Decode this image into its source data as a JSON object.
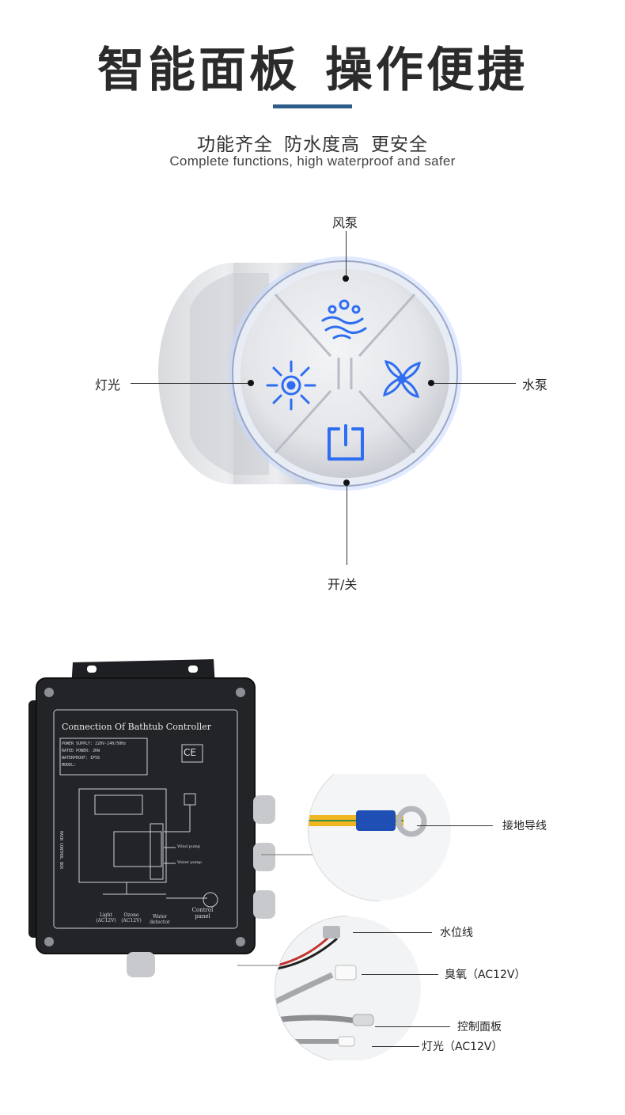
{
  "header": {
    "title_left": "智能面板",
    "title_right": "操作便捷",
    "subtitle_cn": [
      "功能齐全",
      "防水度高",
      "更安全"
    ],
    "subtitle_en": "Complete functions, high waterproof and safer"
  },
  "panel": {
    "labels": {
      "top": "风泵",
      "left": "灯光",
      "right": "水泵",
      "bottom": "开/关"
    },
    "icons": [
      "wind-pump-icon",
      "light-icon",
      "water-pump-icon",
      "power-icon"
    ],
    "glow_color": "#2f6df2"
  },
  "controller_box": {
    "title": "Connection Of Bathtub Controller",
    "specs": [
      {
        "label": "POWER SUPPLY:",
        "value": "220V-240/50Hz"
      },
      {
        "label": "RATED POWER:",
        "value": "2KW"
      },
      {
        "label": "WATERPROOF:",
        "value": "IP56"
      },
      {
        "label": "MODEL:",
        "value": ""
      }
    ],
    "cert": "CE",
    "main_box_label": "MAIN CONTROL BOX",
    "diagram_labels": {
      "wind_pump": "Wind pump",
      "water_pump": "Water pump",
      "light": "Light",
      "light_voltage": "(AC12V)",
      "ozone": "Ozone",
      "ozone_voltage": "(AC12V)",
      "water": "Water",
      "detector": "detector",
      "control": "Control",
      "panel": "panel"
    }
  },
  "wiring": {
    "ground_wire": "接地导线",
    "water_level": "水位线",
    "ozone": "臭氧（AC12V）",
    "control_panel": "控制面板",
    "light": "灯光（AC12V）"
  }
}
